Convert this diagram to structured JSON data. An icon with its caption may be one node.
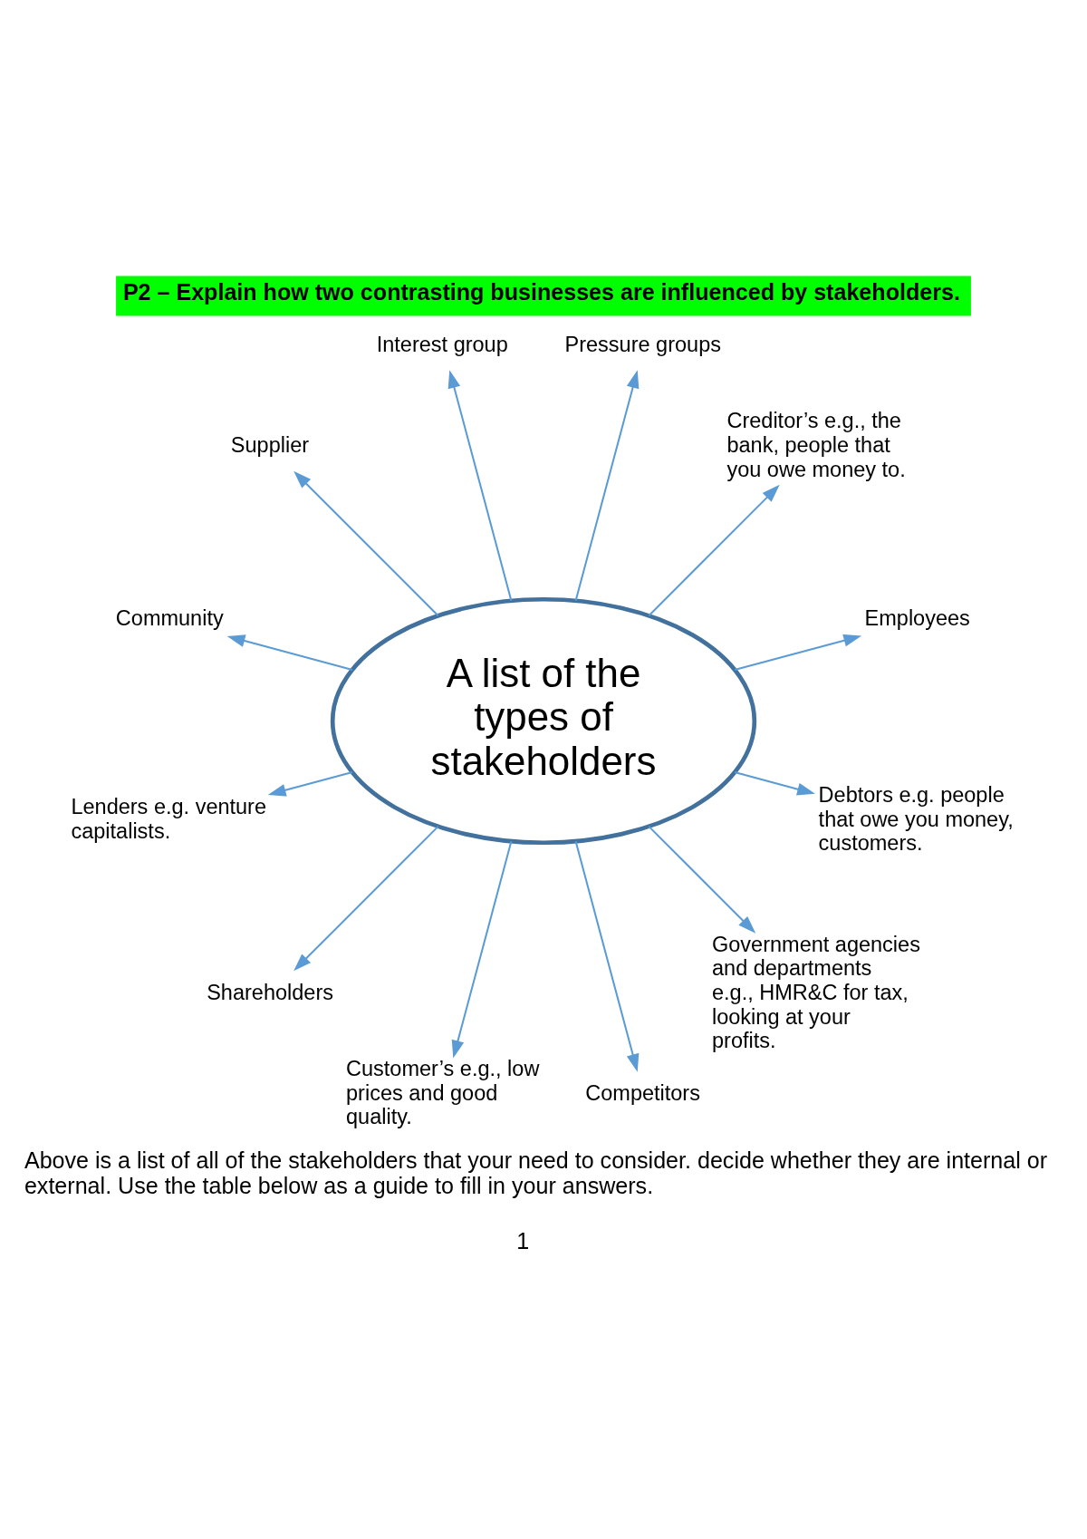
{
  "diagram": {
    "title": "P2 – Explain how two contrasting businesses are influenced by stakeholders.",
    "nodes": [
      {
        "text": [
          "A list of the types of stakeholders"
        ]
      },
      {
        "text": [
          "Interest group"
        ]
      },
      {
        "text": [
          "Pressure groups"
        ]
      },
      {
        "text": [
          "Creditor’s e.g., the bank, people that you owe money to."
        ]
      },
      {
        "text": [
          "Supplier"
        ]
      },
      {
        "text": [
          "Community"
        ]
      },
      {
        "text": [
          "Employees"
        ]
      },
      {
        "text": [
          "Debtors e.g. people that owe you money, customers."
        ]
      },
      {
        "text": [
          "Lenders e.g. venture capitalists."
        ]
      },
      {
        "text": [
          "Government agencies and departments e.g., HMR&C for tax, looking at your profits."
        ]
      },
      {
        "text": [
          "Shareholders"
        ]
      },
      {
        "text": [
          "Customer’s e.g., low prices and good quality."
        ]
      },
      {
        "text": [
          "Competitors"
        ]
      }
    ],
    "edges": [
      {
        "from": 0,
        "to": 6,
        "arrow": "to"
      },
      {
        "from": 0,
        "to": 3,
        "arrow": "to"
      },
      {
        "from": 0,
        "to": 2,
        "arrow": "to"
      },
      {
        "from": 0,
        "to": 1,
        "arrow": "to"
      },
      {
        "from": 0,
        "to": 4,
        "arrow": "to"
      },
      {
        "from": 0,
        "to": 5,
        "arrow": "to"
      },
      {
        "from": 0,
        "to": 8,
        "arrow": "to"
      },
      {
        "from": 0,
        "to": 10,
        "arrow": "to"
      },
      {
        "from": 0,
        "to": 11,
        "arrow": "to"
      },
      {
        "from": 0,
        "to": 12,
        "arrow": "to"
      },
      {
        "from": 0,
        "to": 9,
        "arrow": "to"
      },
      {
        "from": 0,
        "to": 7,
        "arrow": "to"
      }
    ],
    "labels": [
      "Above is a list of all of the stakeholders that your need to consider. decide whether they are internal or external. Use the table below as a guide to fill in your answers.",
      "1"
    ]
  }
}
